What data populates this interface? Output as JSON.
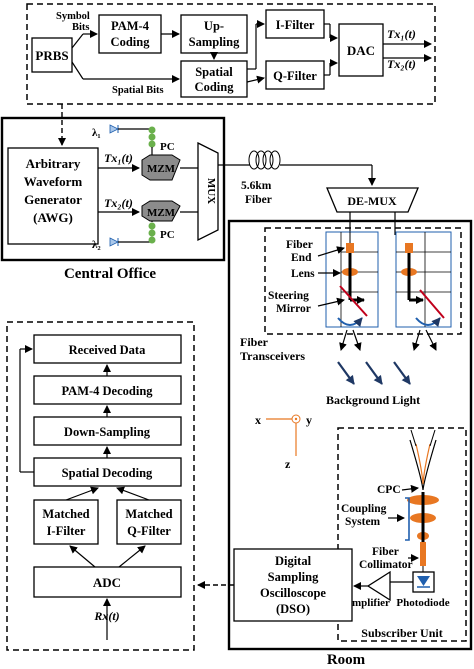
{
  "transmitter_dsp": {
    "prbs": "PRBS",
    "symbol_bits": [
      "Symbol",
      "Bits"
    ],
    "spatial_bits": "Spatial Bits",
    "pam4_coding": [
      "PAM-4",
      "Coding"
    ],
    "up_sampling": [
      "Up-",
      "Sampling"
    ],
    "spatial_coding": [
      "Spatial",
      "Coding"
    ],
    "i_filter": "I-Filter",
    "q_filter": "Q-Filter",
    "dac": "DAC",
    "tx1": "Tx₁(t)",
    "tx2": "Tx₂(t)"
  },
  "central_office": {
    "title": "Central Office",
    "awg": [
      "Arbitrary",
      "Waveform",
      "Generator",
      "(AWG)"
    ],
    "tx1": "Tx₁(t)",
    "tx2": "Tx₂(t)",
    "mzm": "MZM",
    "pc": "PC",
    "lambda1": "λ₁",
    "lambda2": "λ₂",
    "mux": "MUX"
  },
  "link": {
    "fiber": [
      "5.6km",
      "Fiber"
    ]
  },
  "room": {
    "title": "Room",
    "demux": "DE-MUX",
    "fiber_end": [
      "Fiber",
      "End"
    ],
    "lens": "Lens",
    "steering_mirror": [
      "Steering",
      "Mirror"
    ],
    "fiber_transceivers": [
      "Fiber",
      "Transceivers"
    ],
    "background_light": "Background Light",
    "axis_x": "x",
    "axis_y": "y",
    "axis_z": "z",
    "dso": [
      "Digital",
      "Sampling",
      "Oscilloscope",
      "(DSO)"
    ],
    "amplifier": "Amplifier",
    "photodiode": "Photodiode"
  },
  "subscriber_unit": {
    "title": "Subscriber Unit",
    "cpc": "CPC",
    "coupling_system": [
      "Coupling",
      "System"
    ],
    "fiber_collimator": [
      "Fiber",
      "Collimator"
    ]
  },
  "receiver_dsp": {
    "received_data": "Received Data",
    "pam4_decoding": "PAM-4 Decoding",
    "down_sampling": "Down-Sampling",
    "spatial_decoding": "Spatial Decoding",
    "matched_i": [
      "Matched",
      "I-Filter"
    ],
    "matched_q": [
      "Matched",
      "Q-Filter"
    ],
    "adc": "ADC",
    "rx": "Rx(t)"
  },
  "colors": {
    "orange": "#E87722",
    "red": "#C0001B",
    "blue": "#1F5FAE",
    "dark_navy": "#1F3864",
    "green": "#6AB04C",
    "mzm_gray": "#8C8C8C"
  }
}
